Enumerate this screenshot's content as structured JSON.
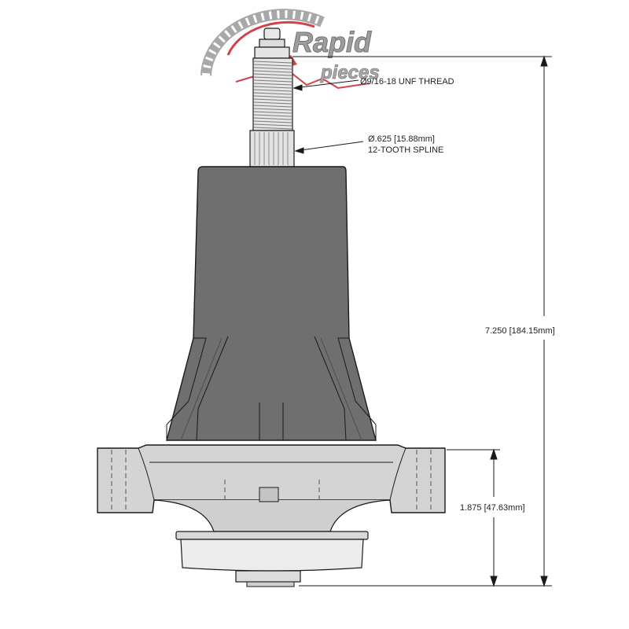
{
  "logo": {
    "word_top": "Rapid",
    "word_bottom": "pieces"
  },
  "callouts": {
    "thread": "Ø9/16-18 UNF THREAD",
    "spline_diameter": "Ø.625 [15.88mm]",
    "spline_teeth": "12-TOOTH SPLINE"
  },
  "dimensions": {
    "overall_height": "7.250 [184.15mm]",
    "flange_to_bottom": "1.875 [47.63mm]"
  },
  "colors": {
    "housing": "#6f6f6f",
    "housing_dark": "#5a5a5a",
    "flange": "#d4d4d4",
    "flange_shade": "#bdbdbd",
    "shaft": "#e6e6e6",
    "line": "#1a1a1a",
    "logo_red": "#c8202a"
  }
}
